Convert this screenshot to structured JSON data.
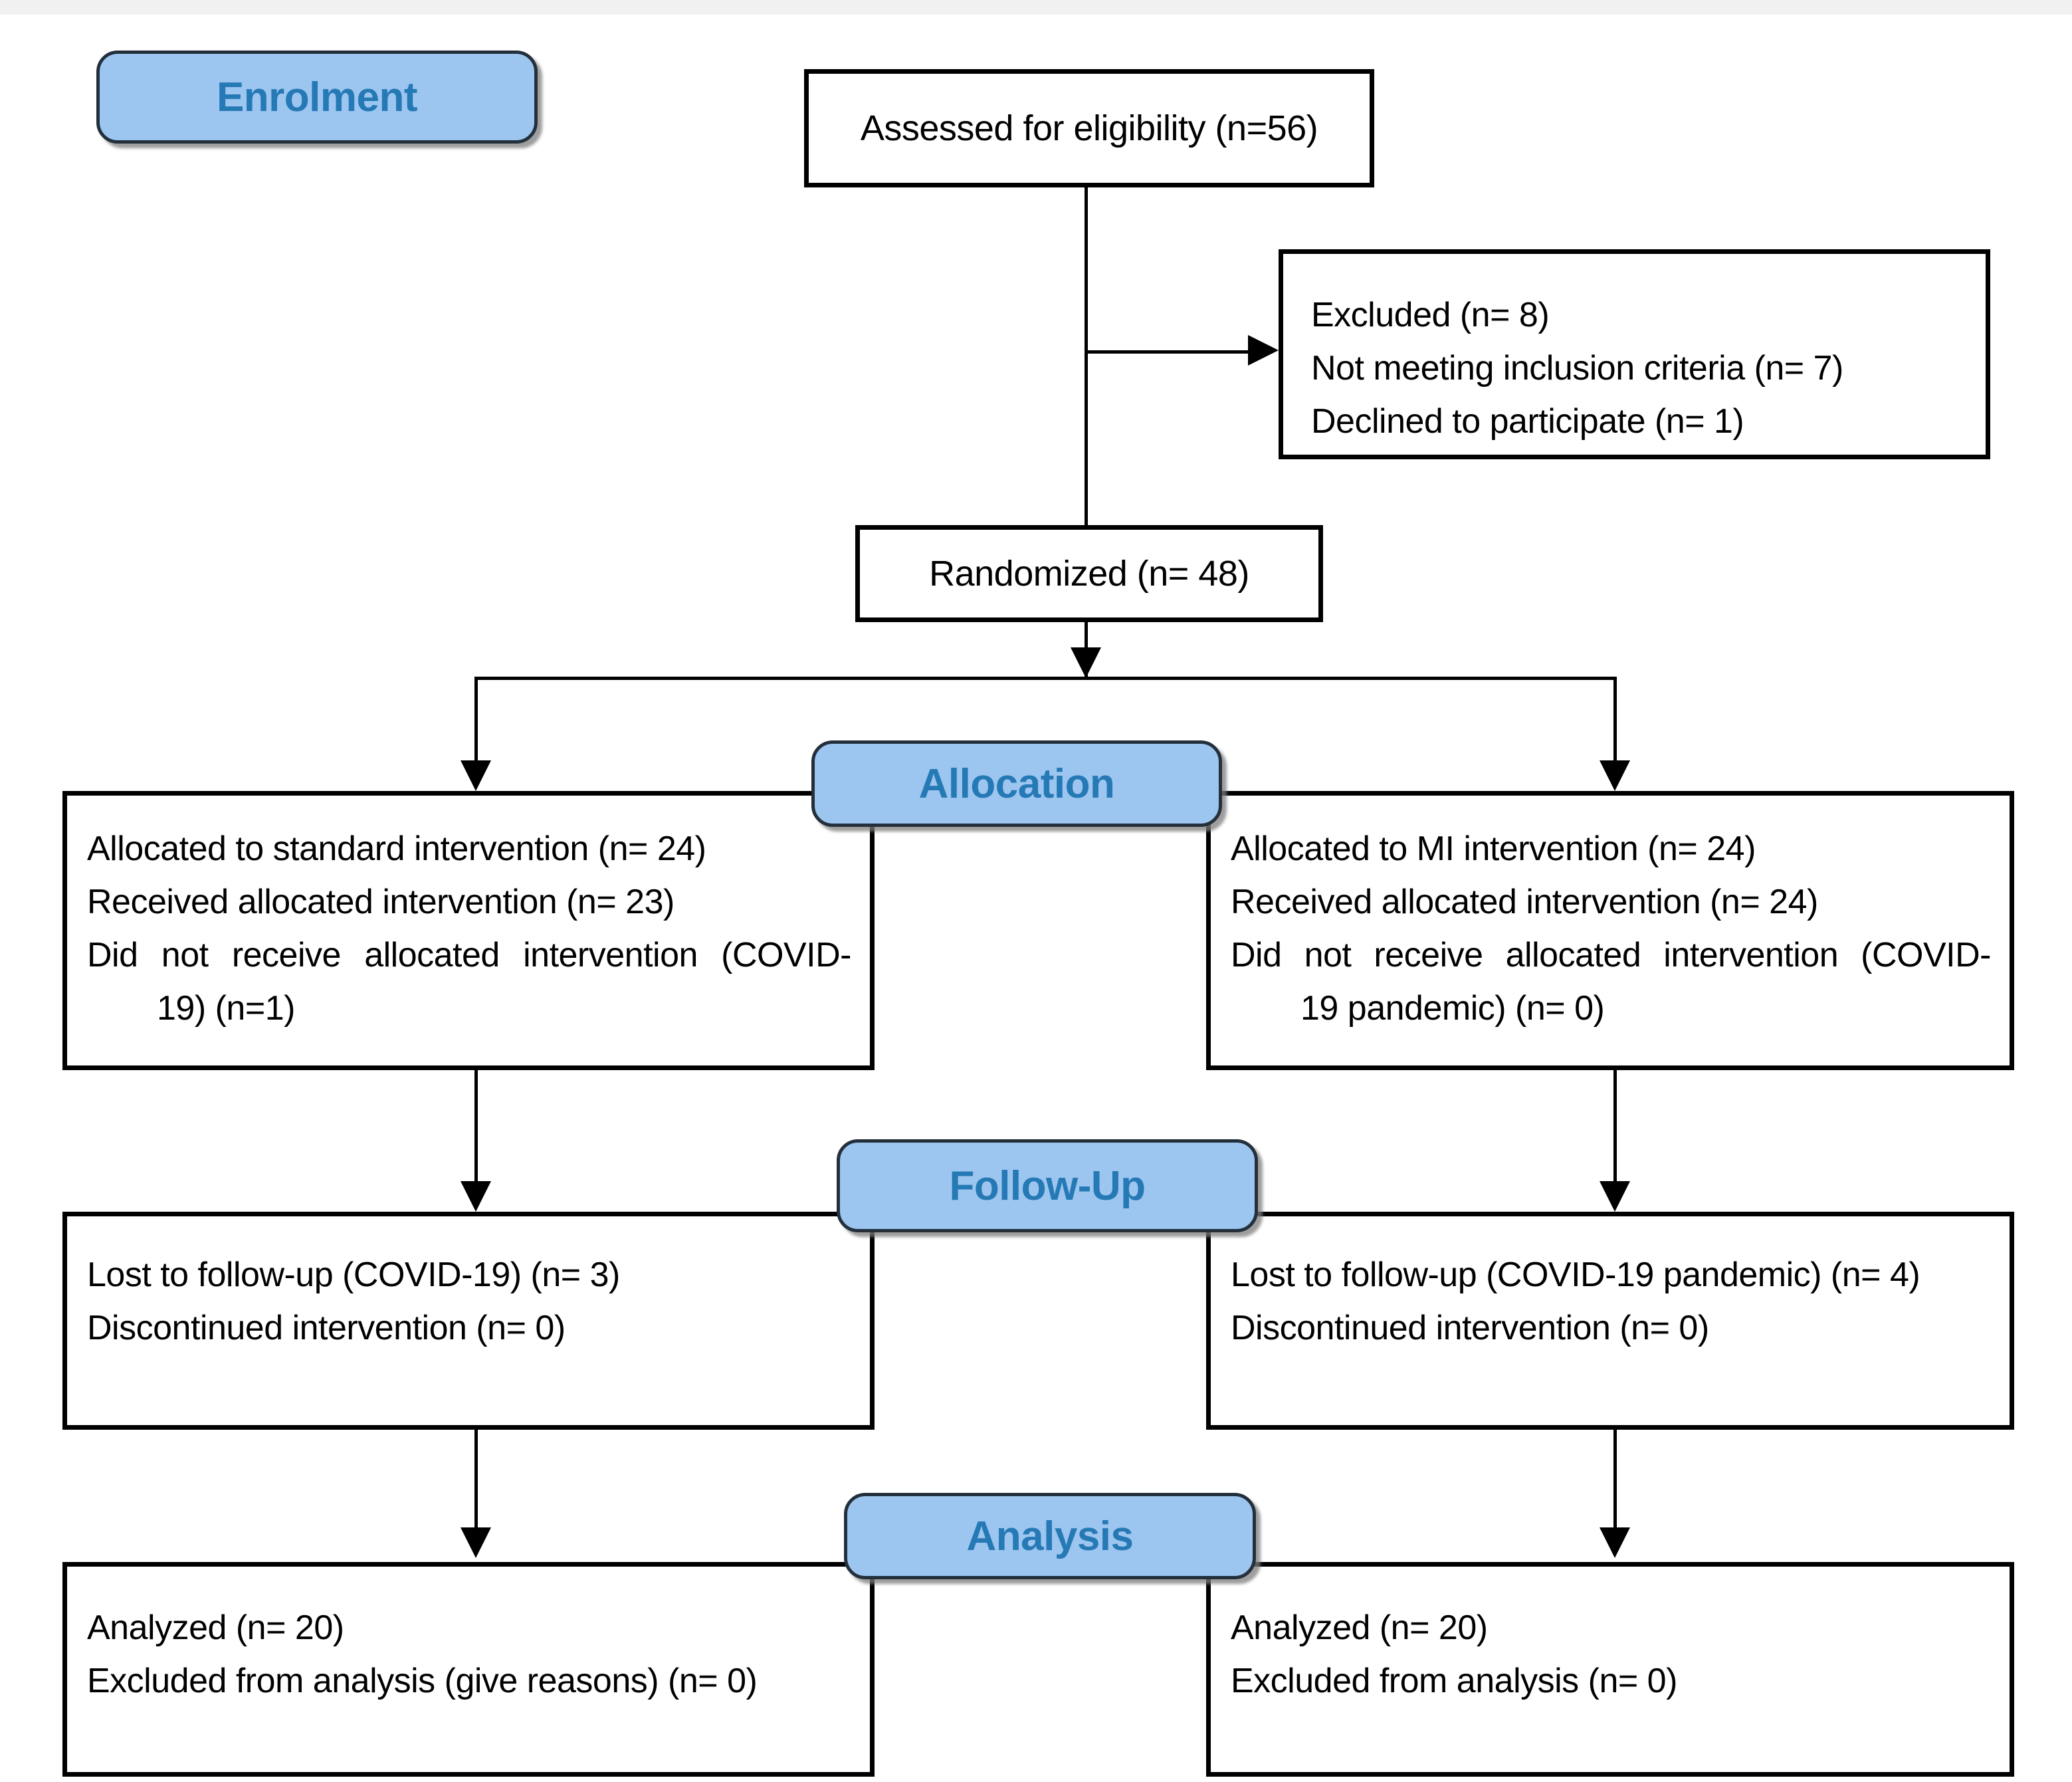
{
  "stages": {
    "enrolment": "Enrolment",
    "allocation": "Allocation",
    "followup": "Follow-Up",
    "analysis": "Analysis"
  },
  "boxes": {
    "assessed": {
      "text": "Assessed for eligibility (n=56)"
    },
    "excluded": {
      "lines": [
        "Excluded (n= 8)",
        "Not meeting inclusion criteria (n= 7)",
        "Declined to participate (n= 1)"
      ]
    },
    "randomized": {
      "text": "Randomized (n= 48)"
    },
    "alloc_left": {
      "lines": [
        "Allocated to standard intervention (n= 24)",
        "Received allocated intervention (n= 23)",
        "Did not receive allocated intervention (COVID-",
        "19) (n=1)"
      ]
    },
    "alloc_right": {
      "lines": [
        "Allocated to MI intervention (n= 24)",
        "Received allocated intervention (n= 24)",
        "Did not receive allocated intervention (COVID-",
        "19 pandemic) (n= 0)"
      ]
    },
    "followup_left": {
      "lines": [
        "Lost to follow-up (COVID-19) (n= 3)",
        "Discontinued intervention (n= 0)"
      ]
    },
    "followup_right": {
      "lines": [
        "Lost to follow-up (COVID-19 pandemic) (n= 4)",
        "Discontinued intervention (n= 0)"
      ]
    },
    "analysis_left": {
      "lines": [
        "Analyzed (n= 20)",
        "Excluded from analysis (give reasons) (n= 0)"
      ]
    },
    "analysis_right": {
      "lines": [
        "Analyzed (n= 20)",
        "Excluded from analysis (n= 0)"
      ]
    }
  },
  "colors": {
    "stage_fill": "#9CC5EF",
    "stage_text": "#2579B5",
    "box_border": "#000000",
    "connector": "#000000",
    "background": "#FFFFFF"
  }
}
